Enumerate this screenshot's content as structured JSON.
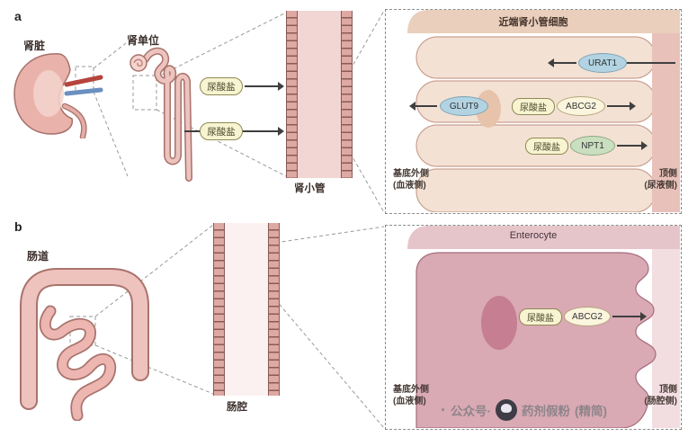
{
  "figure": {
    "panel_a": {
      "panel_label": "a",
      "kidney_label": "肾脏",
      "nephron_label": "肾单位",
      "urate_flow_top": "尿酸盐",
      "urate_flow_bottom": "尿酸盐",
      "tubule_label": "肾小管",
      "detail": {
        "title": "近端肾小管细胞",
        "transporter_urat1": "URAT1",
        "transporter_glut9": "GLUT9",
        "transporter_abcg2": "ABCG2",
        "transporter_npt1": "NPT1",
        "urate_mid": "尿酸盐",
        "urate_bottom": "尿酸盐",
        "basolateral_label": "基底外侧",
        "basolateral_sub": "(血液侧)",
        "apical_label": "顶侧",
        "apical_sub": "(尿液侧)"
      }
    },
    "panel_b": {
      "panel_label": "b",
      "intestine_label": "肠道",
      "lumen_label": "肠腔",
      "detail": {
        "title": "Enterocyte",
        "urate": "尿酸盐",
        "transporter_abcg2": "ABCG2",
        "basolateral_label": "基底外侧",
        "basolateral_sub": "(血液侧)",
        "apical_label": "顶侧",
        "apical_sub": "(肠腔侧)"
      }
    },
    "watermark": {
      "prefix_dot": "·",
      "account_type": "公众号·",
      "name": "药剂假粉",
      "suffix": "(精简)"
    },
    "colors": {
      "urate_box_bg": "#f8f3d0",
      "urate_box_border": "#8f8a55",
      "transporter_blue": "#b2d3e2",
      "transporter_cream": "#fbf5de",
      "transporter_green": "#cadfc0",
      "kidney_band": "#e9cfbc",
      "kidney_cell": "#f3e1d4",
      "kidney_lumen": "#e8c1ba",
      "enterocyte_band": "#e6c5ca",
      "enterocyte_cell": "#d9a9b4",
      "enterocyte_lumen": "#f2dee1"
    }
  }
}
